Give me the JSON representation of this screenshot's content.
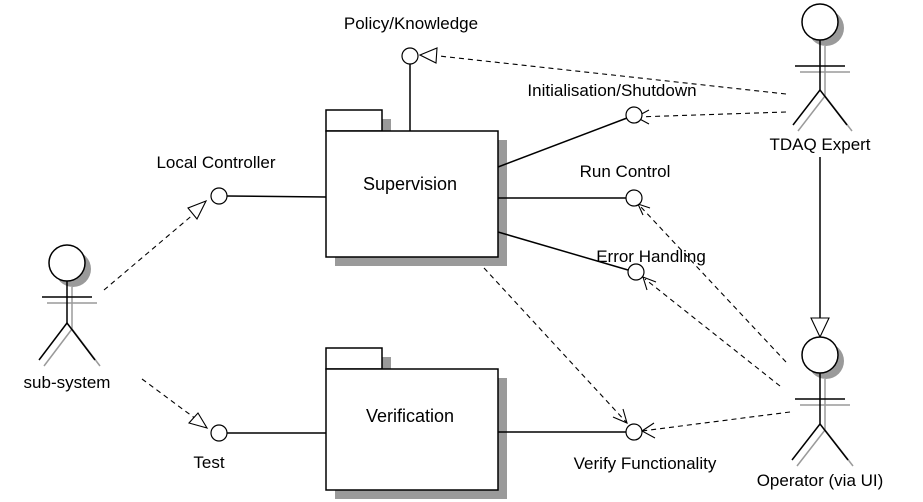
{
  "packages": {
    "supervision": "Supervision",
    "verification": "Verification"
  },
  "actors": {
    "tdaq_expert": "TDAQ Expert",
    "operator": "Operator (via UI)",
    "sub_system": "sub-system"
  },
  "interfaces": {
    "policy_knowledge": "Policy/Knowledge",
    "init_shutdown": "Initialisation/Shutdown",
    "local_controller": "Local Controller",
    "run_control": "Run Control",
    "error_handling": "Error Handling",
    "test": "Test",
    "verify_functionality": "Verify Functionality"
  },
  "colors": {
    "line": "#000000",
    "shadow": "#9a9a9a",
    "fill": "#ffffff"
  }
}
